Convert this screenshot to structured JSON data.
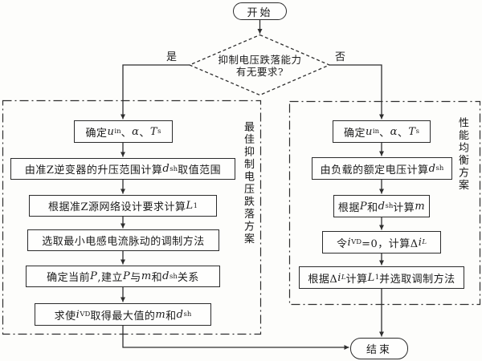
{
  "colors": {
    "stroke": "#2e2e2e",
    "box_border": "#2b2b2b",
    "background": "#fdfdfb",
    "text": "#1c1c1c"
  },
  "flow": {
    "start_label": "开始",
    "end_label": "结束",
    "decision": {
      "lines": [
        "抑制电压跌落能力",
        "有无要求?"
      ],
      "yes_label": "是",
      "no_label": "否"
    },
    "left_panel": {
      "side_label": "最佳抑制电压跌落方案",
      "steps": [
        {
          "rich": [
            {
              "t": "确定 "
            },
            {
              "t": "u",
              "s": "i"
            },
            {
              "t": "in",
              "s": "sub"
            },
            {
              "t": "、"
            },
            {
              "t": "α",
              "s": "i"
            },
            {
              "t": "、"
            },
            {
              "t": "T",
              "s": "i"
            },
            {
              "t": "s",
              "s": "sub"
            }
          ]
        },
        {
          "rich": [
            {
              "t": "由准Z逆变器的升压范围计算"
            },
            {
              "t": "d",
              "s": "i"
            },
            {
              "t": "sh",
              "s": "sub"
            },
            {
              "t": "取值范围"
            }
          ]
        },
        {
          "rich": [
            {
              "t": "根据准Z源网络设计要求计算 "
            },
            {
              "t": "L",
              "s": "i"
            },
            {
              "t": "1",
              "s": "sub"
            }
          ]
        },
        {
          "rich": [
            {
              "t": "选取最小电感电流脉动的调制方法"
            }
          ]
        },
        {
          "rich": [
            {
              "t": "确定当前"
            },
            {
              "t": "P",
              "s": "i"
            },
            {
              "t": ",建立"
            },
            {
              "t": "P",
              "s": "i"
            },
            {
              "t": "与"
            },
            {
              "t": "m",
              "s": "i"
            },
            {
              "t": "和"
            },
            {
              "t": "d",
              "s": "i"
            },
            {
              "t": "sh",
              "s": "sub"
            },
            {
              "t": "关系"
            }
          ]
        },
        {
          "rich": [
            {
              "t": "求使"
            },
            {
              "t": "i",
              "s": "i"
            },
            {
              "t": "VD",
              "s": "sub"
            },
            {
              "t": "取得最大值的"
            },
            {
              "t": "m",
              "s": "i"
            },
            {
              "t": "和"
            },
            {
              "t": "d",
              "s": "i"
            },
            {
              "t": "sh",
              "s": "sub"
            }
          ]
        }
      ]
    },
    "right_panel": {
      "side_label": "性能均衡方案",
      "steps": [
        {
          "rich": [
            {
              "t": "确定 "
            },
            {
              "t": "u",
              "s": "i"
            },
            {
              "t": "in",
              "s": "sub"
            },
            {
              "t": "、"
            },
            {
              "t": "α",
              "s": "i"
            },
            {
              "t": "、"
            },
            {
              "t": "T",
              "s": "i"
            },
            {
              "t": "s",
              "s": "sub"
            }
          ]
        },
        {
          "rich": [
            {
              "t": "由负载的额定电压计算"
            },
            {
              "t": "d",
              "s": "i"
            },
            {
              "t": "sh",
              "s": "sub"
            }
          ]
        },
        {
          "rich": [
            {
              "t": "根据"
            },
            {
              "t": "P",
              "s": "i"
            },
            {
              "t": "和"
            },
            {
              "t": "d",
              "s": "i"
            },
            {
              "t": "sh",
              "s": "sub"
            },
            {
              "t": "计算"
            },
            {
              "t": "m",
              "s": "i"
            }
          ]
        },
        {
          "rich": [
            {
              "t": "令"
            },
            {
              "t": "i",
              "s": "i"
            },
            {
              "t": "VD",
              "s": "sub"
            },
            {
              "t": "=0，计算Δ"
            },
            {
              "t": "i",
              "s": "i"
            },
            {
              "t": "L",
              "s": "isub"
            }
          ]
        },
        {
          "rich": [
            {
              "t": "根据Δ"
            },
            {
              "t": "i",
              "s": "i"
            },
            {
              "t": "L",
              "s": "isub"
            },
            {
              "t": "计算"
            },
            {
              "t": "L",
              "s": "i"
            },
            {
              "t": "1",
              "s": "sub"
            },
            {
              "t": "并选取调制方法"
            }
          ]
        }
      ]
    }
  }
}
